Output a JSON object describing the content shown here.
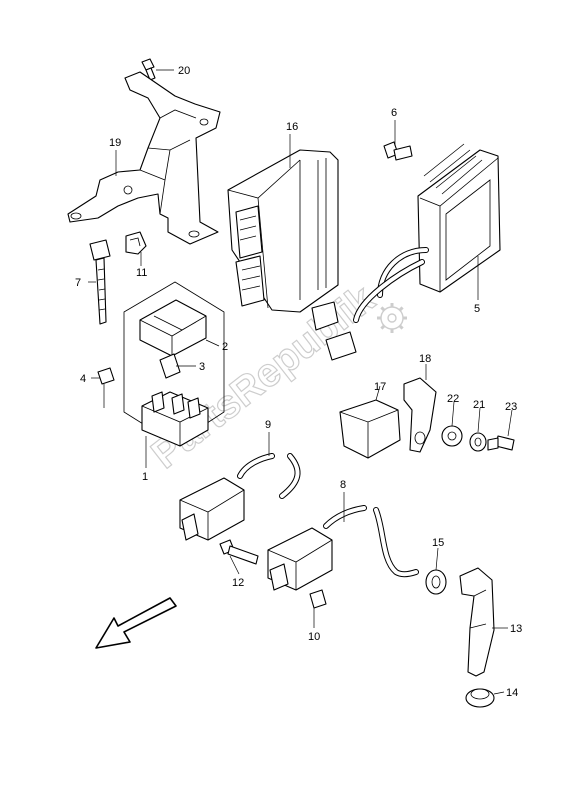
{
  "watermark": "PartsRepublik",
  "callouts": [
    {
      "id": "1",
      "text": "1"
    },
    {
      "id": "2",
      "text": "2"
    },
    {
      "id": "3",
      "text": "3"
    },
    {
      "id": "4",
      "text": "4"
    },
    {
      "id": "5",
      "text": "5"
    },
    {
      "id": "6",
      "text": "6"
    },
    {
      "id": "7",
      "text": "7"
    },
    {
      "id": "8",
      "text": "8"
    },
    {
      "id": "9",
      "text": "9"
    },
    {
      "id": "10",
      "text": "10"
    },
    {
      "id": "11",
      "text": "11"
    },
    {
      "id": "12",
      "text": "12"
    },
    {
      "id": "13",
      "text": "13"
    },
    {
      "id": "14",
      "text": "14"
    },
    {
      "id": "15",
      "text": "15"
    },
    {
      "id": "16",
      "text": "16"
    },
    {
      "id": "17",
      "text": "17"
    },
    {
      "id": "18",
      "text": "18"
    },
    {
      "id": "19",
      "text": "19"
    },
    {
      "id": "20",
      "text": "20"
    },
    {
      "id": "21",
      "text": "21"
    },
    {
      "id": "22",
      "text": "22"
    },
    {
      "id": "23",
      "text": "23"
    }
  ]
}
